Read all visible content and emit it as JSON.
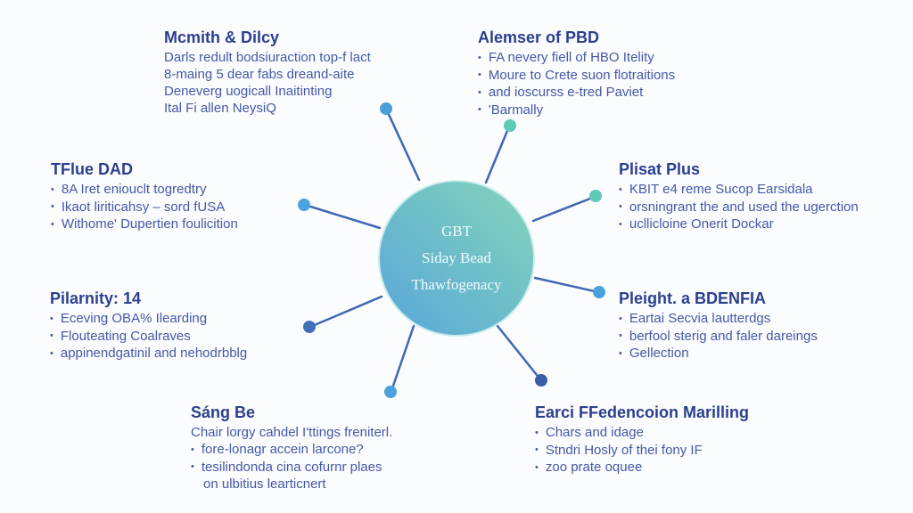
{
  "hub": {
    "lines": [
      "GBT",
      "Siday Bead",
      "Thawfogenacy"
    ]
  },
  "colors": {
    "title": "#2b3f8e",
    "body": "#4458a6",
    "hub_top": "#86d4bb",
    "hub_bottom": "#5aa6da"
  },
  "blocks": [
    {
      "title": "Mcmith & Dilcy",
      "lines": [
        "Darls redult bodsiuraction top-f lact",
        "8-maing 5 dear fabs dreand-aite",
        "Deneverg uogicall Inaitinting",
        "Ital Fi allen NeysiQ"
      ]
    },
    {
      "title": "Alemser of PBD",
      "lines": [
        "FA nevery fiell of HBO Itelity",
        "Moure to Crete suon flotraitions",
        "and ioscurss e-tred Paviet",
        "'Barmally"
      ]
    },
    {
      "title": "TFlue DAD",
      "lines": [
        "8A Iret eniouclt togredtry",
        "Ikaot liriticahsy – sord fUSA",
        "Withome' Dupertien foulicition"
      ]
    },
    {
      "title": "Plisat Plus",
      "lines": [
        "KBIT e4 reme Sucop Earsidala",
        "orsningrant the and used the ugerction",
        "ucllicloine Onerit Dockar"
      ]
    },
    {
      "title": "Pilarnity: 14",
      "lines": [
        "Eceving OBA% Ilearding",
        "Flouteating Coalraves",
        "appinendgatinil and nehodrbblg"
      ]
    },
    {
      "title": "Pleight. a BDENFIA",
      "lines": [
        "Eartai Secvia lautterdgs",
        "berfool sterig and faler dareings",
        "Gellection"
      ]
    },
    {
      "title": "Sáng Be",
      "intro": "Chair lorgy cahdel I'ttings freniterl.",
      "lines": [
        "fore-lonagr accein larcone?",
        "tesilindonda cina cofurnr plaes"
      ],
      "tail": "on ulbitius learticnert"
    },
    {
      "title": "Earci FFedencoion Marilling",
      "lines": [
        "Chars and idage",
        "Stndri Hosly of thei fony IF",
        "zoo prate oquee"
      ]
    }
  ]
}
